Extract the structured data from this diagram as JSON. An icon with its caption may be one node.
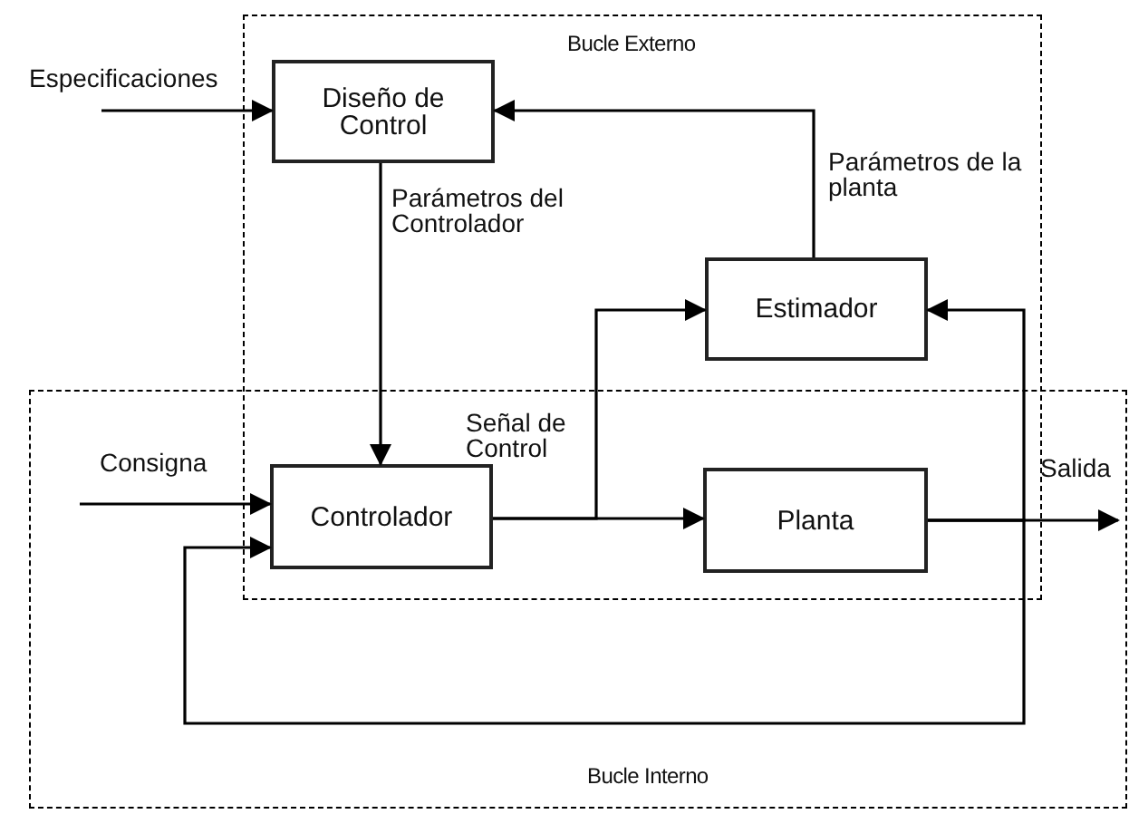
{
  "diagram": {
    "nodes": [
      {
        "text": [
          "Diseño de Control"
        ]
      },
      {
        "text": [
          "Estimador"
        ]
      },
      {
        "text": [
          "Controlador"
        ]
      },
      {
        "text": [
          "Planta"
        ]
      }
    ],
    "edges": [
      {
        "from": null,
        "to": 0,
        "arrow": "to",
        "label": "Especificaciones"
      },
      {
        "from": 0,
        "to": 2,
        "arrow": "to",
        "label": "Parámetros del Controlador"
      },
      {
        "from": 1,
        "to": 0,
        "arrow": "to",
        "label": "Parámetros de la planta"
      },
      {
        "from": 2,
        "to": 3,
        "arrow": "to"
      },
      {
        "from": 2,
        "to": 1,
        "arrow": "to",
        "label": "Señal de Control"
      },
      {
        "from": 3,
        "to": null,
        "arrow": "to",
        "label": "Salida"
      },
      {
        "from": 3,
        "to": 1,
        "arrow": "to"
      },
      {
        "from": 3,
        "to": 2,
        "arrow": "to"
      },
      {
        "from": null,
        "to": 2,
        "arrow": "to",
        "label": "Consigna"
      }
    ],
    "labels": [
      "Bucle Externo",
      "Bucle Interno"
    ]
  }
}
